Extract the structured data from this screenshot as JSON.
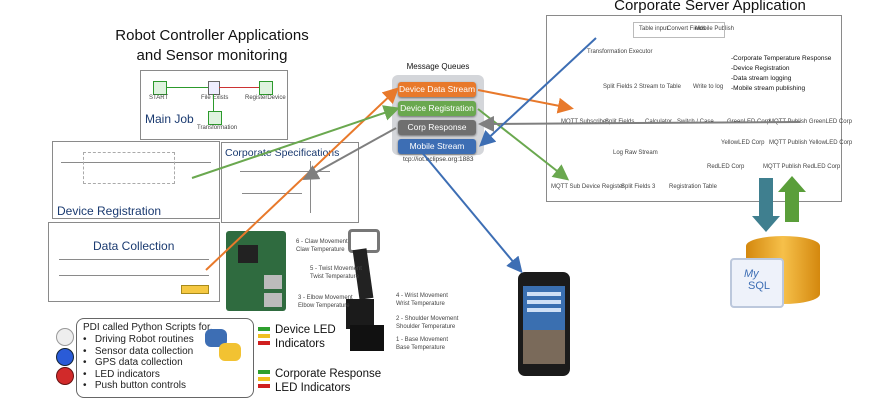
{
  "titles": {
    "robot_line1": "Robot Controller Applications",
    "robot_line2": "and Sensor monitoring",
    "server": "Corporate Server Application"
  },
  "panels": {
    "main_job": "Main Job",
    "device_registration": "Device Registration",
    "corporate_specifications": "Corporate Specifications",
    "data_collection": "Data Collection"
  },
  "main_job_steps": {
    "start": "START",
    "file_exists": "File Exists",
    "register_device": "RegisterDevice",
    "transformation": "Transformation"
  },
  "message_queues": {
    "title": "Message Queues",
    "device_data_stream": "Device Data Stream",
    "device_registration": "Device Registration",
    "corp_response": "Corp Response",
    "mobile_stream": "Mobile Stream",
    "url": "tcp://iot.eclipse.org:1883"
  },
  "server": {
    "features": [
      "-Corporate Temperature Response",
      "-Device Registration",
      "-Data stream logging",
      "-Mobile stream publishing"
    ],
    "nodes": {
      "transformation_executor": "Transformation Executor",
      "table_input": "Table input",
      "convert_fields": "Convert Fields",
      "mobile_publish": "Mobile Publish",
      "split_fields_2": "Split Fields 2",
      "stream_to_table": "Stream to Table",
      "write_to_log": "Write to log",
      "mqtt_subscriber": "MQTT Subscriber",
      "split_fields": "Split Fields",
      "calculator": "Calculator",
      "switch_case": "Switch / Case",
      "greenled_corp": "GreenLED Corp",
      "mqtt_publish_greenled": "MQTT Publish GreenLED Corp",
      "log_raw_stream": "Log Raw Stream",
      "yellowled_corp": "YellowLED Corp",
      "mqtt_publish_yellowled": "MQTT Publish YellowLED Corp",
      "redled_corp": "RedLED Corp",
      "mqtt_publish_redled": "MQTT Publish RedLED Corp",
      "mqtt_sub_device_register": "MQTT Sub Device Register",
      "split_fields_3": "Split Fields 3",
      "registration_table": "Registration Table"
    }
  },
  "arm_labels": [
    "6 - Claw Movement",
    "Claw Temperature",
    "5 - Twist Movement",
    "Twist Temperature",
    "4 - Wrist Movement",
    "Wrist Temperature",
    "3 - Elbow Movement",
    "Elbow Temperature",
    "2 - Shoulder Movement",
    "Shoulder Temperature",
    "1 - Base Movement",
    "Base Temperature"
  ],
  "pdi_box": {
    "heading_line1": "PDI called Python Scripts for,",
    "items": [
      "Driving Robot routines",
      "Sensor data collection",
      "GPS data collection",
      "LED indicators",
      "Push button controls"
    ]
  },
  "indicators": {
    "device_led_line1": "Device LED",
    "device_led_line2": "Indicators",
    "corp_response_line1": "Corporate Response",
    "corp_response_line2": "LED Indicators"
  },
  "database": {
    "label_top": "My",
    "label_bottom": "SQL"
  },
  "colors": {
    "orange": "#e8792b",
    "green": "#6aa84f",
    "gray": "#7f7f7f",
    "blue": "#3d6eb4",
    "teal_arrow": "#3f7f8f",
    "db_gold": "#e8a317"
  }
}
